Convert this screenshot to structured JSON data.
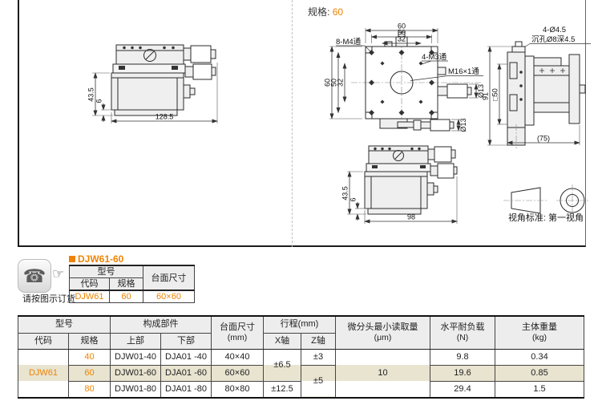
{
  "colors": {
    "accent": "#f08300",
    "highlight": "#e8e4d0",
    "header_bg": "#ededed"
  },
  "spec_note": {
    "label": "规格:",
    "value": "60"
  },
  "drawing_side": {
    "dim_height": "43.5",
    "dim_base": "6",
    "dim_width": "128.5"
  },
  "drawing_top": {
    "dim_top_outer": "60",
    "dim_top_mid": "50",
    "dim_top_inner": "32",
    "dim_left_outer": "60",
    "dim_left_mid": "50",
    "dim_left_inner": "32",
    "label_m4": "8-M4通",
    "label_m3": "4-M3通",
    "label_m16": "M16×1通",
    "dim_shaft_x": "Ø13",
    "dim_shaft_z": "Ø13"
  },
  "drawing_right": {
    "label_hole": "4-Ø4.5",
    "label_counterbore": "沉孔Ø8深4.5",
    "dim_height": "91",
    "dim_square": "□50",
    "dim_width": "(75)"
  },
  "drawing_front": {
    "dim_height": "43.5",
    "dim_base": "6",
    "dim_width": "98"
  },
  "projection": {
    "caption": "视角标准: 第一视角"
  },
  "order": {
    "note": "请按图示订货",
    "phone_icon": "☎",
    "hand_icon": "☞"
  },
  "product_block": {
    "heading": "DJW61-60",
    "col_model": "型号",
    "col_code": "代码",
    "col_spec": "规格",
    "col_surface": "台面尺寸",
    "code": "DJW61",
    "spec": "60",
    "surface": "60×60"
  },
  "spec_table": {
    "h_model": "型号",
    "h_code": "代码",
    "h_spec": "规格",
    "h_components": "构成部件",
    "h_upper": "上部",
    "h_lower": "下部",
    "h_surface": "台面尺寸",
    "h_surface_unit": "(mm)",
    "h_travel": "行程(mm)",
    "h_x": "X轴",
    "h_z": "Z轴",
    "h_resolution": "微分头最小读取量",
    "h_resolution_unit": "(μm)",
    "h_load": "水平耐负载",
    "h_load_unit": "(N)",
    "h_weight": "主体重量",
    "h_weight_unit": "(kg)",
    "code": "DJW61",
    "x_40_60": "±6.5",
    "x_80": "±12.5",
    "z_40": "±3",
    "z_60_80": "±5",
    "resolution": "10",
    "rows": [
      {
        "spec": "40",
        "upper": "DJW01-40",
        "lower": "DJA01 -40",
        "surface": "40×40",
        "load": "9.8",
        "weight": "0.34"
      },
      {
        "spec": "60",
        "upper": "DJW01-60",
        "lower": "DJA01 -60",
        "surface": "60×60",
        "load": "19.6",
        "weight": "0.85"
      },
      {
        "spec": "80",
        "upper": "DJW01-80",
        "lower": "DJA01 -80",
        "surface": "80×80",
        "load": "29.4",
        "weight": "1.5"
      }
    ]
  }
}
